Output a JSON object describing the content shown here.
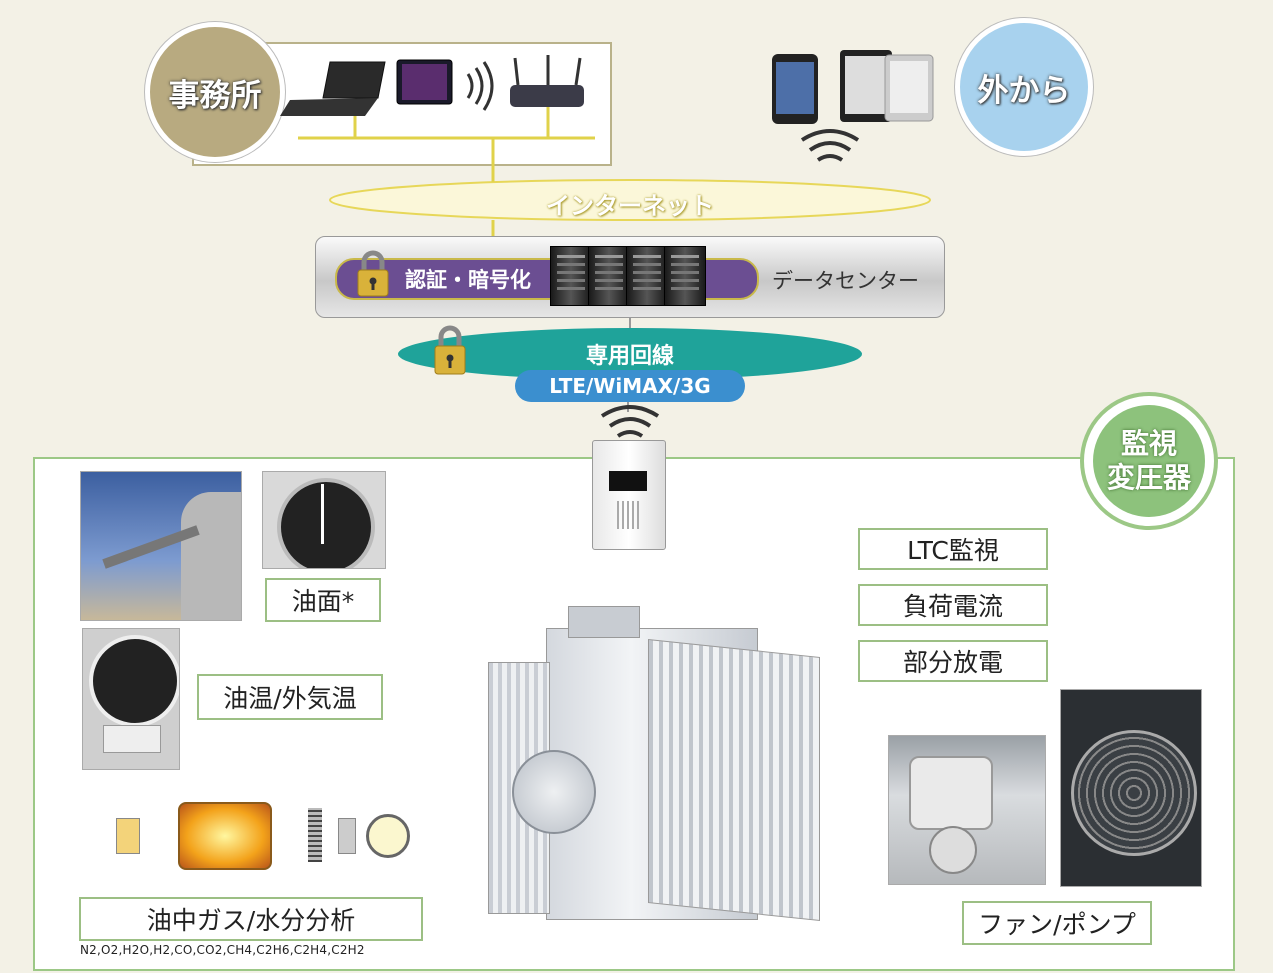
{
  "office": {
    "label": "事務所"
  },
  "outside": {
    "label": "外から"
  },
  "internet": {
    "label": "インターネット"
  },
  "datacenter": {
    "auth_label": "認証・暗号化",
    "label": "データセンター"
  },
  "line": {
    "dedicated_label": "専用回線",
    "network_label": "LTE/WiMAX/3G"
  },
  "monitored": {
    "label_line1": "監視",
    "label_line2": "変圧器"
  },
  "sensors": {
    "oil_level": "油面*",
    "oil_temp": "油温/外気温",
    "gas_analysis": "油中ガス/水分分析",
    "gas_list": "N2,O2,H2O,H2,CO,CO2,CH4,C2H6,C2H4,C2H2",
    "ltc": "LTC監視",
    "load_current": "負荷電流",
    "partial_discharge": "部分放電",
    "fan_pump": "ファン/ポンプ"
  },
  "colors": {
    "office": "#b0a27a",
    "outside": "#9ecbe8",
    "accent_green": "#8dc27c",
    "purple": "#6b4e92",
    "teal": "#1fa39a",
    "internet_yellow": "#efe070"
  }
}
